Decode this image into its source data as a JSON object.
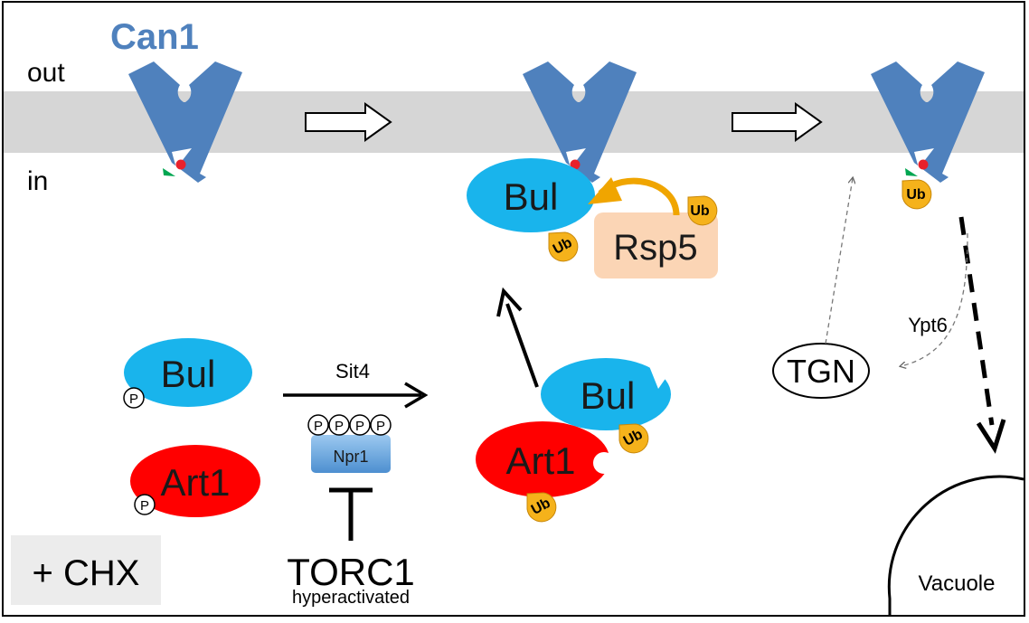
{
  "labels": {
    "protein": "Can1",
    "outside": "out",
    "inside": "in",
    "treatment": "+ CHX",
    "vacuole": "Vacuole",
    "tgn": "TGN",
    "ypt6": "Ypt6",
    "sit4": "Sit4",
    "npr1": "Npr1",
    "torc1": "TORC1",
    "torc1_state": "hyperactivated",
    "bul": "Bul",
    "art1": "Art1",
    "rsp5": "Rsp5",
    "ub": "Ub",
    "phospho": "P"
  },
  "colors": {
    "can1": "#4f81bd",
    "membrane": "#d6d6d6",
    "bul": "#19b4ec",
    "art1": "#ff0000",
    "rsp5": "#fbd5b5",
    "ub": "#f5b21b",
    "npr1": "#5a9bd5",
    "chx_box": "#ececec"
  }
}
